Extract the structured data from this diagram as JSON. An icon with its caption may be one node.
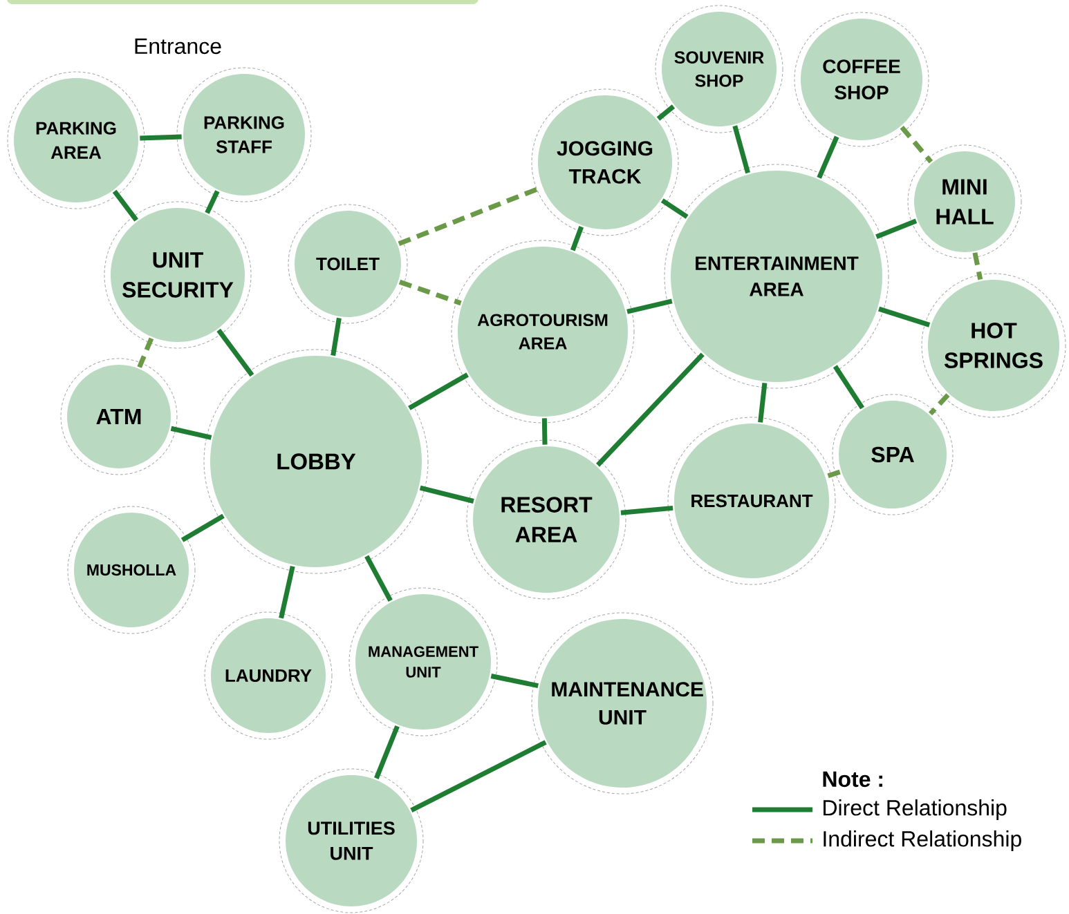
{
  "diagram": {
    "nodes": [
      {
        "text": [
          "PARKING AREA"
        ]
      },
      {
        "text": [
          "PARKING STAFF"
        ]
      },
      {
        "text": [
          "UNIT SECURITY"
        ]
      },
      {
        "text": [
          "TOILET"
        ]
      },
      {
        "text": [
          "JOGGING TRACK"
        ]
      },
      {
        "text": [
          "SOUVENIR SHOP"
        ]
      },
      {
        "text": [
          "COFFEE SHOP"
        ]
      },
      {
        "text": [
          "ENTERTAINMENT AREA"
        ]
      },
      {
        "text": [
          "MINI HALL"
        ]
      },
      {
        "text": [
          "AGROTOURISM AREA"
        ]
      },
      {
        "text": [
          "HOT SPRINGS"
        ]
      },
      {
        "text": [
          "ATM"
        ]
      },
      {
        "text": [
          "LOBBY"
        ]
      },
      {
        "text": [
          "SPA"
        ]
      },
      {
        "text": [
          "RESORT AREA"
        ]
      },
      {
        "text": [
          "RESTAURANT"
        ]
      },
      {
        "text": [
          "MUSHOLLA"
        ]
      },
      {
        "text": [
          "LAUNDRY"
        ]
      },
      {
        "text": [
          "MANAGEMENT UNIT"
        ]
      },
      {
        "text": [
          "MAINTENANCE UNIT"
        ]
      },
      {
        "text": [
          "UTILITIES UNIT"
        ]
      }
    ],
    "edges": [
      {
        "from": 0,
        "to": 1,
        "arrow": "none"
      },
      {
        "from": 0,
        "to": 2,
        "arrow": "none"
      },
      {
        "from": 1,
        "to": 2,
        "arrow": "none"
      },
      {
        "from": 2,
        "to": 11,
        "arrow": "none",
        "style": "dashed",
        "color": "#6a9a48"
      },
      {
        "from": 2,
        "to": 12,
        "arrow": "none"
      },
      {
        "from": 3,
        "to": 12,
        "arrow": "none"
      },
      {
        "from": 3,
        "to": 4,
        "arrow": "none",
        "style": "dashed",
        "color": "#6a9a48"
      },
      {
        "from": 3,
        "to": 9,
        "arrow": "none",
        "style": "dashed",
        "color": "#6a9a48"
      },
      {
        "from": 4,
        "to": 5,
        "arrow": "none"
      },
      {
        "from": 4,
        "to": 7,
        "arrow": "none"
      },
      {
        "from": 4,
        "to": 9,
        "arrow": "none"
      },
      {
        "from": 5,
        "to": 7,
        "arrow": "none"
      },
      {
        "from": 6,
        "to": 7,
        "arrow": "none"
      },
      {
        "from": 6,
        "to": 8,
        "arrow": "none",
        "style": "dashed",
        "color": "#6a9a48"
      },
      {
        "from": 7,
        "to": 8,
        "arrow": "none"
      },
      {
        "from": 8,
        "to": 10,
        "arrow": "none",
        "style": "dashed",
        "color": "#6a9a48"
      },
      {
        "from": 7,
        "to": 10,
        "arrow": "none"
      },
      {
        "from": 7,
        "to": 9,
        "arrow": "none"
      },
      {
        "from": 7,
        "to": 13,
        "arrow": "none"
      },
      {
        "from": 7,
        "to": 15,
        "arrow": "none"
      },
      {
        "from": 7,
        "to": 14,
        "arrow": "none"
      },
      {
        "from": 10,
        "to": 13,
        "arrow": "none",
        "style": "dashed",
        "color": "#6a9a48"
      },
      {
        "from": 13,
        "to": 15,
        "arrow": "none",
        "style": "dashed",
        "color": "#6a9a48"
      },
      {
        "from": 9,
        "to": 12,
        "arrow": "none"
      },
      {
        "from": 9,
        "to": 14,
        "arrow": "none"
      },
      {
        "from": 11,
        "to": 12,
        "arrow": "none"
      },
      {
        "from": 12,
        "to": 14,
        "arrow": "none"
      },
      {
        "from": 12,
        "to": 16,
        "arrow": "none"
      },
      {
        "from": 12,
        "to": 17,
        "arrow": "none"
      },
      {
        "from": 12,
        "to": 18,
        "arrow": "none"
      },
      {
        "from": 14,
        "to": 15,
        "arrow": "none"
      },
      {
        "from": 18,
        "to": 19,
        "arrow": "none"
      },
      {
        "from": 18,
        "to": 20,
        "arrow": "none"
      },
      {
        "from": 19,
        "to": 20,
        "arrow": "none"
      }
    ],
    "labels": [
      "Entrance",
      "Note :"
    ],
    "legend": [
      {
        "text": "Direct Relationship"
      },
      {
        "text": "Indirect Relationship"
      }
    ]
  }
}
